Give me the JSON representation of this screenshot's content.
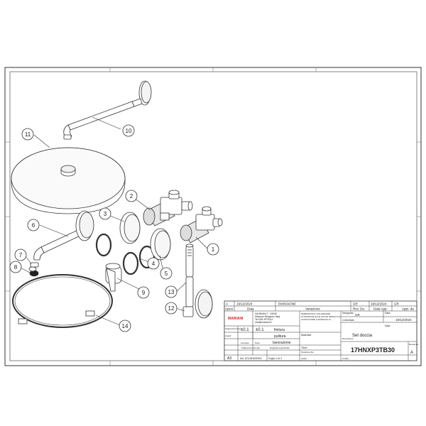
{
  "callouts": [
    "1",
    "2",
    "3",
    "4",
    "5",
    "6",
    "7",
    "8",
    "9",
    "10",
    "11",
    "12",
    "13",
    "14"
  ],
  "title_block": {
    "rev_row": {
      "rev": "A",
      "date": "19/12/2024",
      "change": "EMISSIONE",
      "drawn_by": "GR",
      "approved_date": "19/12/2024",
      "approved_by": "GR"
    },
    "rev_header": {
      "rev": "Apice",
      "date": "Data",
      "change": "Variazione",
      "drawn": "Rev. Da",
      "app_date": "Data App.",
      "app_by": "Appr. da"
    },
    "company": {
      "logo": "MARIANI",
      "address_lines": [
        "Via Bellini 2 - 24040",
        "Madone Bergamo Italy",
        "Tel 035 4979111",
        "info@mariani.it"
      ],
      "tolerance_lines": [
        "DIMENSIONI E TOLLERANZE",
        "ATTENZIONE ALLE QUOTE SENZA TOL.",
        "CONSULTARE IL DISEGNO AL ..."
      ]
    },
    "drawn_label": "Disegnato",
    "drawn_value": "GR",
    "date_label": "Data",
    "date_value": "19/12/2024",
    "checked_label": "Controllato",
    "tolerances": {
      "label": "Tolleranze lineari",
      "angular_label": "Angoli",
      "linear": "±0.1",
      "angular": "±0.1",
      "unit_label": "Lavorato",
      "unit2_label": "Peso"
    },
    "finish": {
      "finitura": "finitura",
      "pulitura": "pulitura",
      "lavorazione": "lavorazione"
    },
    "material_label": "Materiale",
    "title_label": "Titolo",
    "title": "Set doccia",
    "description_label": "Descrizione",
    "code": "17HNXP3TB30",
    "code_label": "Codice",
    "format": "A3",
    "software": "Ied. SOLIDWORKS",
    "sheet": "Foglio 1 di 2",
    "general_tol": "Tolleranze Generali",
    "surface": "Rugosità superficiale",
    "position": "Posizione file",
    "scale_label": "Scala",
    "rev_label": "Revisione",
    "rev_value": "A"
  }
}
